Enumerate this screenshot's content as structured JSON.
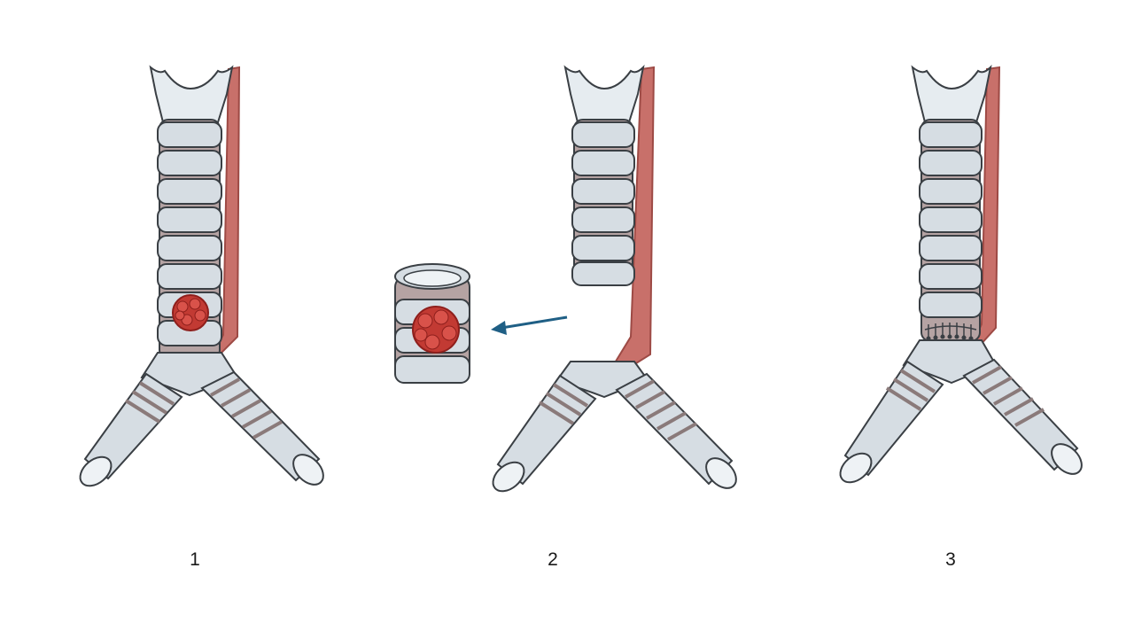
{
  "steps": [
    {
      "label": "1"
    },
    {
      "label": "2"
    },
    {
      "label": "3"
    }
  ],
  "colors": {
    "cartilage": "#d6dde3",
    "cartilage_light": "#eef2f5",
    "outline": "#3a3f44",
    "membrane": "#b5a3a3",
    "muscle": "#c8706a",
    "muscle_dark": "#9d4a45",
    "tumor": "#c23a33",
    "tumor_dark": "#8e1f1c",
    "arrow": "#1f5f85"
  },
  "icons": {
    "tumor": "tumor-mass-icon",
    "arrow": "resection-arrow-icon",
    "suture": "suture-stitches-icon"
  }
}
